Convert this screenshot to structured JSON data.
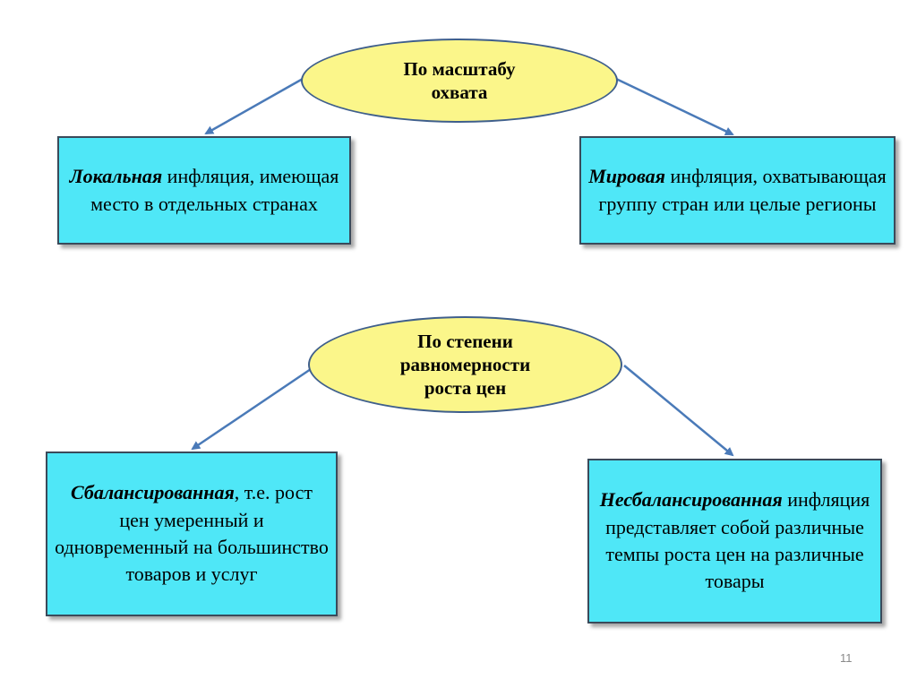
{
  "groups": [
    {
      "category": "По масштабу охвата",
      "left": {
        "term": "Локальная",
        "rest": " инфляция, имеющая место в отдельных странах"
      },
      "right": {
        "term": "Мировая",
        "rest": " инфляция, охватывающая группу стран или целые регионы"
      }
    },
    {
      "category": "По степени равномерности роста цен",
      "left": {
        "term": "Сбалансированная",
        "rest": ", т.е. рост цен умеренный и одновременный на большинство товаров и услуг"
      },
      "right": {
        "term": "Несбалансированная",
        "rest": " инфляция представляет собой различные темпы роста цен на различные товары"
      }
    }
  ],
  "slide_number": "11",
  "colors": {
    "oval_fill": "#fbf68a",
    "box_fill": "#4fe7f7",
    "arrow": "#4a7ab8"
  }
}
